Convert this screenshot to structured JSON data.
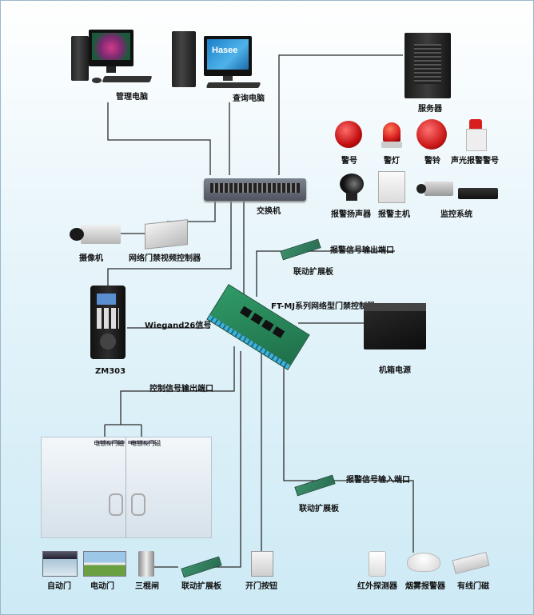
{
  "labels": {
    "admin_pc": "管理电脑",
    "query_pc": "查询电脑",
    "server": "服务器",
    "alarm_siren": "警号",
    "alarm_light": "警灯",
    "alarm_bell": "警铃",
    "sound_light_alarm": "声光报警警号",
    "alarm_speaker": "报警扬声器",
    "alarm_host": "报警主机",
    "monitoring_system": "监控系统",
    "switch": "交换机",
    "camera": "摄像机",
    "video_controller": "网络门禁视频控制器",
    "alarm_output_port": "报警信号输出端口",
    "linkage_board_1": "联动扩展板",
    "controller": "FT-MJ系列网络型门禁控制器",
    "wiegand": "Wiegand26信号",
    "reader_model": "ZM303",
    "chassis_power": "机箱电源",
    "control_output_port": "控制信号输出端口",
    "door_lock_left": "电锁&门磁",
    "door_lock_right": "电锁&门磁",
    "alarm_input_port": "报警信号输入端口",
    "linkage_board_2": "联动扩展板",
    "auto_door": "自动门",
    "electric_door": "电动门",
    "tripod_turnstile": "三棍闸",
    "linkage_board_3": "联动扩展板",
    "exit_button": "开门按钮",
    "ir_detector": "红外探测器",
    "smoke_alarm": "烟雾报警器",
    "wired_door_contact": "有线门磁",
    "monitor_brand": "Hasee"
  },
  "colors": {
    "wire": "#2b2b2b",
    "background_top": "#ffffff",
    "background_bottom": "#cdeaf5",
    "alarm_red": "#d81e1e"
  }
}
